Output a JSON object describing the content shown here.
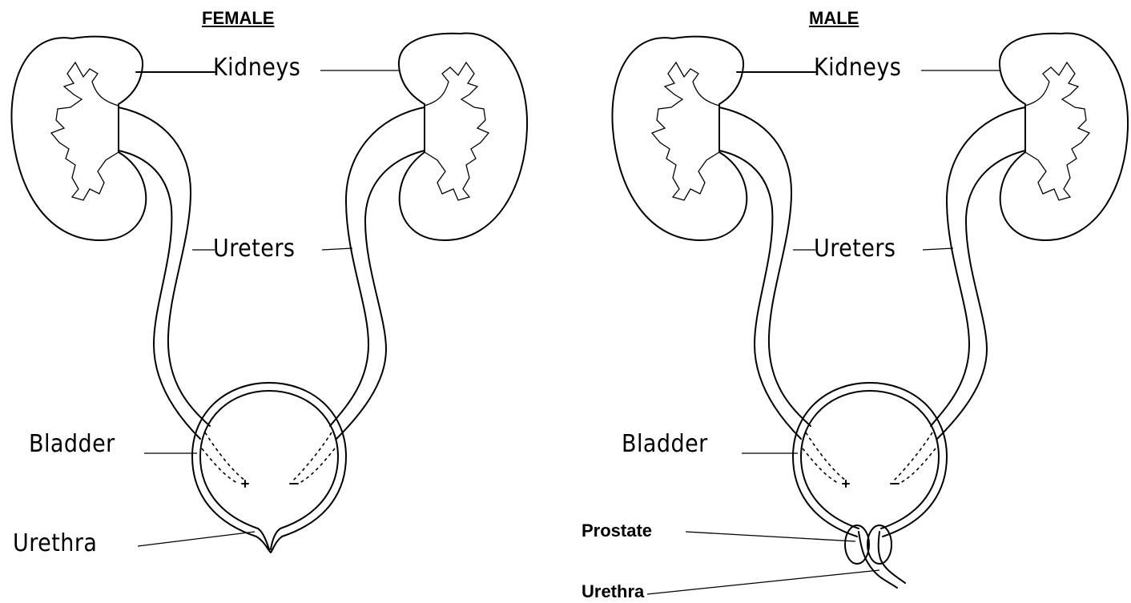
{
  "female": {
    "title": "FEMALE",
    "labels": {
      "kidneys": "Kidneys",
      "ureters": "Ureters",
      "bladder": "Bladder",
      "urethra": "Urethra"
    }
  },
  "male": {
    "title": "MALE",
    "labels": {
      "kidneys": "Kidneys",
      "ureters": "Ureters",
      "bladder": "Bladder",
      "prostate": "Prostate",
      "urethra": "Urethra"
    }
  }
}
